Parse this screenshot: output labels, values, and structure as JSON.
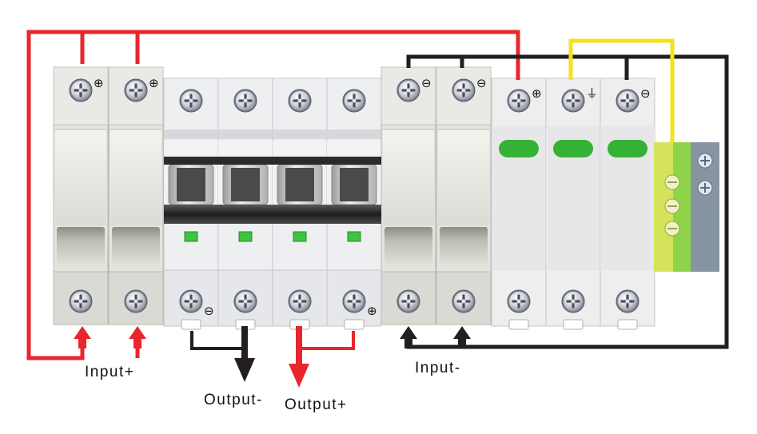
{
  "labels": {
    "input_plus": "Input+",
    "input_minus": "Input-",
    "output_minus": "Output-",
    "output_plus": "Output+"
  },
  "terminal_marks": {
    "positive": "⊕",
    "negative": "⊖",
    "ground": "⏚"
  },
  "colors": {
    "positive_wire": "#e8262c",
    "negative_wire": "#231f20",
    "ground_wire": "#f6e21a",
    "indicator_green": "#35b236",
    "window_green": "#3ec43e",
    "terminal_block_yellow": "#d4e35a",
    "terminal_block_green": "#8fd34a",
    "terminal_block_grey": "#8795a3"
  },
  "modules": [
    {
      "id": "fuse-pos-1",
      "type": "isolator",
      "top_mark": "positive"
    },
    {
      "id": "fuse-pos-2",
      "type": "isolator",
      "top_mark": "positive"
    },
    {
      "id": "breaker-1",
      "type": "breaker",
      "bottom_mark": "negative"
    },
    {
      "id": "breaker-2",
      "type": "breaker"
    },
    {
      "id": "breaker-3",
      "type": "breaker"
    },
    {
      "id": "breaker-4",
      "type": "breaker",
      "bottom_mark": "positive"
    },
    {
      "id": "fuse-neg-1",
      "type": "isolator",
      "top_mark": "negative"
    },
    {
      "id": "fuse-neg-2",
      "type": "isolator",
      "top_mark": "negative"
    },
    {
      "id": "spd-pos",
      "type": "spd",
      "top_mark": "positive"
    },
    {
      "id": "spd-ground",
      "type": "spd",
      "top_mark": "ground"
    },
    {
      "id": "spd-neg",
      "type": "spd",
      "top_mark": "negative"
    }
  ]
}
